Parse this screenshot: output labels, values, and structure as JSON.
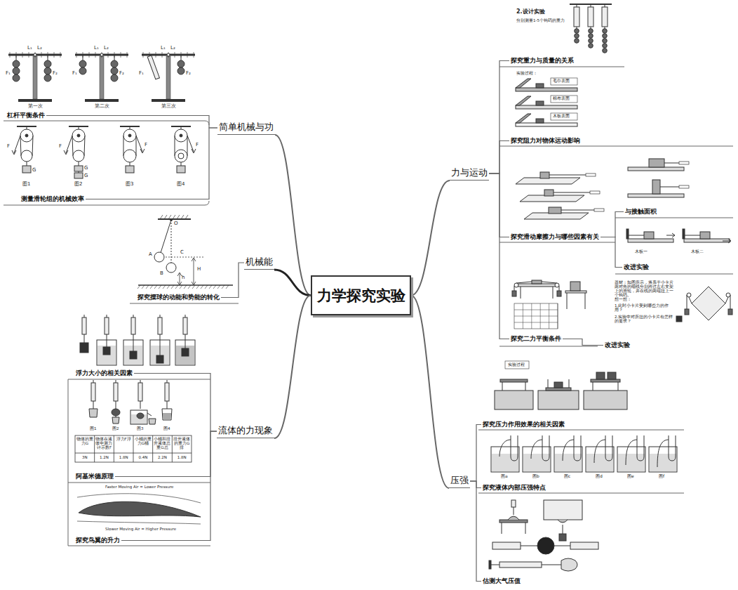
{
  "diagram": {
    "nodes": [
      {
        "text": [
          "力学探究实验"
        ]
      },
      {
        "text": [
          "简单机械与功"
        ]
      },
      {
        "text": [
          "杠杆平衡条件"
        ]
      },
      {
        "text": [
          "测量滑轮组的机械效率"
        ]
      },
      {
        "text": [
          "机械能"
        ]
      },
      {
        "text": [
          "探究摆球的动能和势能的转化"
        ]
      },
      {
        "text": [
          "流体的力现象"
        ]
      },
      {
        "text": [
          "浮力大小的相关因素"
        ]
      },
      {
        "text": [
          "阿基米德原理"
        ]
      },
      {
        "text": [
          "探究鸟翼的升力"
        ]
      },
      {
        "text": [
          "力与运动"
        ]
      },
      {
        "text": [
          "探究重力与质量的关系"
        ]
      },
      {
        "text": [
          "探究阻力对物体运动影响"
        ]
      },
      {
        "text": [
          "探究滑动摩擦力与哪些因素有关"
        ]
      },
      {
        "text": [
          "与接触面积"
        ]
      },
      {
        "text": [
          "改进实验"
        ]
      },
      {
        "text": [
          "探究二力平衡条件"
        ]
      },
      {
        "text": [
          "改进实验"
        ]
      },
      {
        "text": [
          "压强"
        ]
      },
      {
        "text": [
          "探究压力作用效果的相关因素"
        ]
      },
      {
        "text": [
          "探究液体内部压强特点"
        ]
      },
      {
        "text": [
          "估测大气压值"
        ]
      }
    ],
    "edges": [
      {
        "from": 0,
        "to": 1,
        "arrow": "none"
      },
      {
        "from": 0,
        "to": 4,
        "arrow": "none"
      },
      {
        "from": 0,
        "to": 6,
        "arrow": "none"
      },
      {
        "from": 0,
        "to": 10,
        "arrow": "none"
      },
      {
        "from": 0,
        "to": 18,
        "arrow": "none"
      },
      {
        "from": 1,
        "to": 2,
        "arrow": "none"
      },
      {
        "from": 1,
        "to": 3,
        "arrow": "none"
      },
      {
        "from": 4,
        "to": 5,
        "arrow": "none"
      },
      {
        "from": 6,
        "to": 7,
        "arrow": "none"
      },
      {
        "from": 6,
        "to": 8,
        "arrow": "none"
      },
      {
        "from": 6,
        "to": 9,
        "arrow": "none"
      },
      {
        "from": 10,
        "to": 11,
        "arrow": "none"
      },
      {
        "from": 10,
        "to": 12,
        "arrow": "none"
      },
      {
        "from": 10,
        "to": 13,
        "arrow": "none"
      },
      {
        "from": 10,
        "to": 16,
        "arrow": "none"
      },
      {
        "from": 13,
        "to": 14,
        "arrow": "none"
      },
      {
        "from": 13,
        "to": 15,
        "arrow": "none"
      },
      {
        "from": 16,
        "to": 17,
        "arrow": "none"
      },
      {
        "from": 18,
        "to": 19,
        "arrow": "none"
      },
      {
        "from": 18,
        "to": 20,
        "arrow": "none"
      },
      {
        "from": 18,
        "to": 21,
        "arrow": "none"
      }
    ],
    "labels": [
      "L₁",
      "L₂",
      "F₁",
      "F₂",
      "第一次",
      "L₁",
      "L₂",
      "F₁",
      "F₂",
      "第二次",
      "L₁",
      "L₂",
      "F₁",
      "F₂",
      "第三次",
      "F",
      "G",
      "图1",
      "F",
      "G",
      "G",
      "图2",
      "F",
      "图3",
      "F",
      "图4",
      "O",
      "A",
      "B",
      "C",
      "h",
      "H",
      "图1",
      "图2",
      "图3",
      "图4",
      "物体的重力G",
      "物体在液体中测力计示数F",
      "浮力F浮",
      "小桶的重力G桶",
      "小桶和排开液体总重G总",
      "排开液体的重力G排",
      "3N",
      "1.2N",
      "1.8N",
      "0.4N",
      "2.2N",
      "1.8N",
      "Faster Moving Air = Lower Pressure",
      "Slower Moving Air = Higher Pressure",
      "2.设计实验",
      "分别测量1-5个钩码的重力",
      "实验过程：",
      "毛巾表面",
      "棉布表面",
      "木板表面",
      "木板一",
      "木板二",
      "器材：如图所示，将系于小卡片两对角的细线分别跨过左右支架上的滑轮，并在线的两端挂上一个钩码。",
      "想一想：",
      "1.此时小卡片受到哪些力的作用？",
      "2.实验中对所挂的小卡片有怎样的要求？",
      "实验过程",
      "图a",
      "图b",
      "图c",
      "图d",
      "图e",
      "图f"
    ]
  }
}
